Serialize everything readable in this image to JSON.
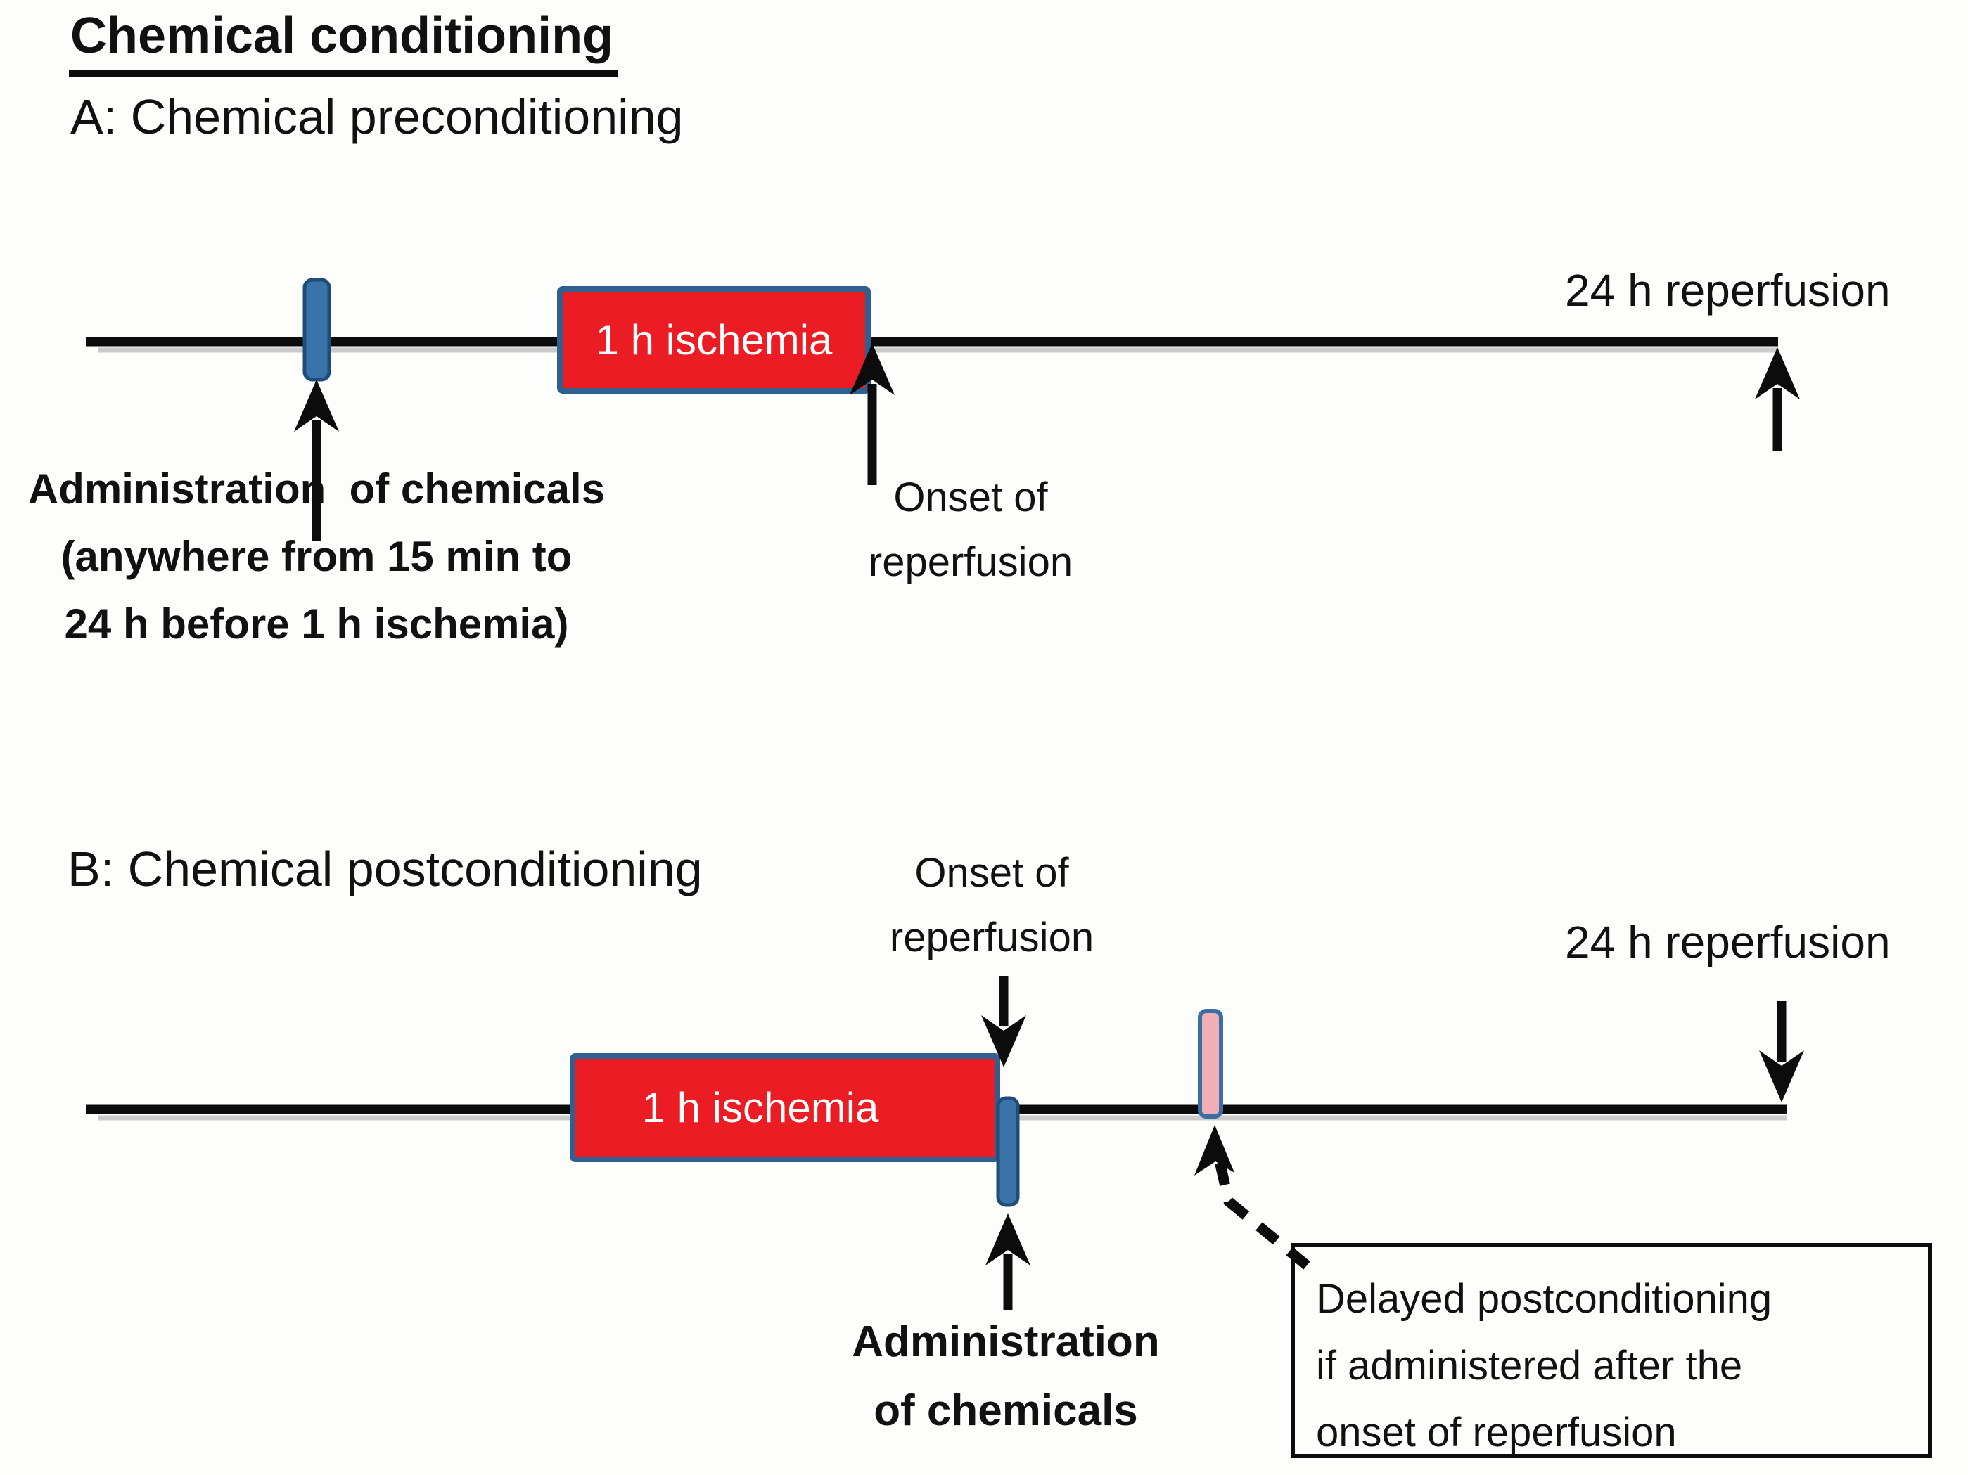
{
  "figure": {
    "title": "Chemical conditioning",
    "section_a": {
      "heading": "A: Chemical preconditioning",
      "ischemia_label": "1 h ischemia",
      "admin_label": "Administration  of chemicals\n(anywhere from 15 min to\n24 h before 1 h ischemia)",
      "onset_label": "Onset of\nreperfusion",
      "reperfusion_label": "24 h reperfusion"
    },
    "section_b": {
      "heading": "B: Chemical postconditioning",
      "ischemia_label": "1 h ischemia",
      "onset_label": "Onset of\nreperfusion",
      "reperfusion_label": "24 h reperfusion",
      "admin_label": "Administration\nof chemicals",
      "delayed_note": "Delayed postconditioning\nif administered after the\nonset of reperfusion"
    },
    "colors": {
      "ischemia_fill": "#ec1c24",
      "ischemia_border": "#2f608f",
      "tick_fill": "#3a72aa",
      "tick_border": "#1e4d78",
      "delayed_tick_fill": "#eeb0b6",
      "delayed_tick_border": "#3c6ea5",
      "timeline": "#0c0c0c",
      "text": "#111111"
    }
  }
}
